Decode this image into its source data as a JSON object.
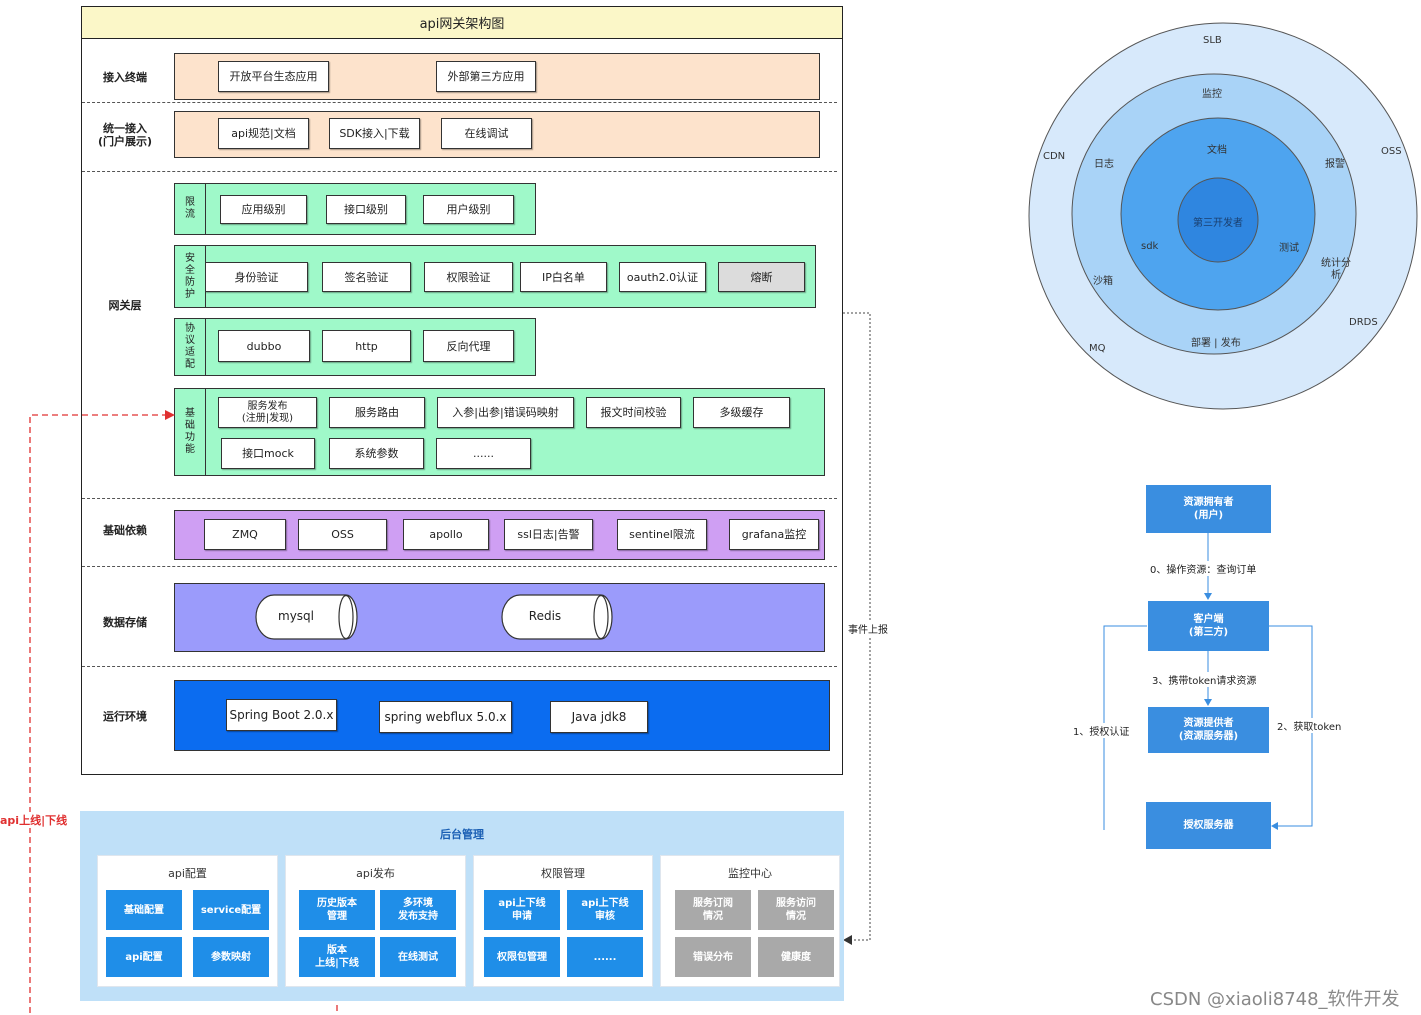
{
  "title": "api网关架构图",
  "layers": {
    "access": {
      "label": "接入终端",
      "items": [
        "开放平台生态应用",
        "外部第三方应用"
      ]
    },
    "unified": {
      "label": "统一接入\n(门户展示)",
      "items": [
        "api规范|文档",
        "SDK接入|下载",
        "在线调试"
      ]
    },
    "gateway": {
      "label": "网关层",
      "rate_limit": {
        "label": "限\n流",
        "items": [
          "应用级别",
          "接口级别",
          "用户级别"
        ]
      },
      "security": {
        "label": "安\n全\n防\n护",
        "items": [
          "身份验证",
          "签名验证",
          "权限验证",
          "IP白名单",
          "oauth2.0认证",
          "熔断"
        ]
      },
      "protocol": {
        "label": "协\n议\n适\n配",
        "items": [
          "dubbo",
          "http",
          "反向代理"
        ]
      },
      "base": {
        "label": "基\n础\n功\n能",
        "items": [
          "服务发布\n(注册|发现)",
          "服务路由",
          "入参|出参|错误码映射",
          "报文时间校验",
          "多级缓存",
          "接口mock",
          "系统参数",
          "......"
        ]
      }
    },
    "deps": {
      "label": "基础依赖",
      "items": [
        "ZMQ",
        "OSS",
        "apollo",
        "ssl日志|告警",
        "sentinel限流",
        "grafana监控"
      ]
    },
    "storage": {
      "label": "数据存储",
      "items": [
        "mysql",
        "Redis"
      ]
    },
    "runtime": {
      "label": "运行环境",
      "items": [
        "Spring Boot 2.0.x",
        "spring webflux 5.0.x",
        "Java jdk8"
      ]
    }
  },
  "event_report": "事件上报",
  "api_online": "api上线|下线",
  "admin": {
    "title": "后台管理",
    "panels": [
      {
        "title": "api配置",
        "tiles": [
          "基础配置",
          "service配置",
          "api配置",
          "参数映射"
        ]
      },
      {
        "title": "api发布",
        "tiles": [
          "历史版本\n管理",
          "多环境\n发布支持",
          "版本\n上线|下线",
          "在线测试"
        ]
      },
      {
        "title": "权限管理",
        "tiles": [
          "api上下线\n申请",
          "api上下线\n审核",
          "权限包管理",
          "......"
        ]
      },
      {
        "title": "监控中心",
        "tiles": [
          "服务订阅\n情况",
          "服务访问\n情况",
          "错误分布",
          "健康度"
        ]
      }
    ]
  },
  "rings": {
    "outer": [
      "SLB",
      "CDN",
      "OSS",
      "MQ",
      "DRDS"
    ],
    "second": [
      "监控",
      "日志",
      "报警",
      "统计分\n析",
      "沙箱",
      "部署 | 发布"
    ],
    "third": [
      "文档",
      "sdk",
      "测试"
    ],
    "core": "第三开发者"
  },
  "oauth_flow": {
    "boxes": [
      "资源拥有者\n(用户)",
      "客户端\n(第三方)",
      "资源提供者\n(资源服务器)",
      "授权服务器"
    ],
    "steps": [
      "0、操作资源：查询订单",
      "3、携带token请求资源",
      "1、授权认证",
      "2、获取token"
    ]
  },
  "watermark": "CSDN @xiaoli8748_软件开发",
  "colors": {
    "title_bg": "#fbf7c8",
    "access_bg": "#fde3cc",
    "gateway_bg": "#9ff9c9",
    "deps_bg": "#cf9ff3",
    "storage_bg": "#9b9bfb",
    "runtime_bg": "#0b6cf0",
    "admin_bg": "#bfe0f8",
    "tile_blue": "#1f8ee8",
    "tile_gray": "#a9a9a9",
    "ring_outer": "#d7e9fb",
    "ring_2": "#a9d3f7",
    "ring_3": "#4ea4ef",
    "ring_core": "#2f86e0"
  }
}
